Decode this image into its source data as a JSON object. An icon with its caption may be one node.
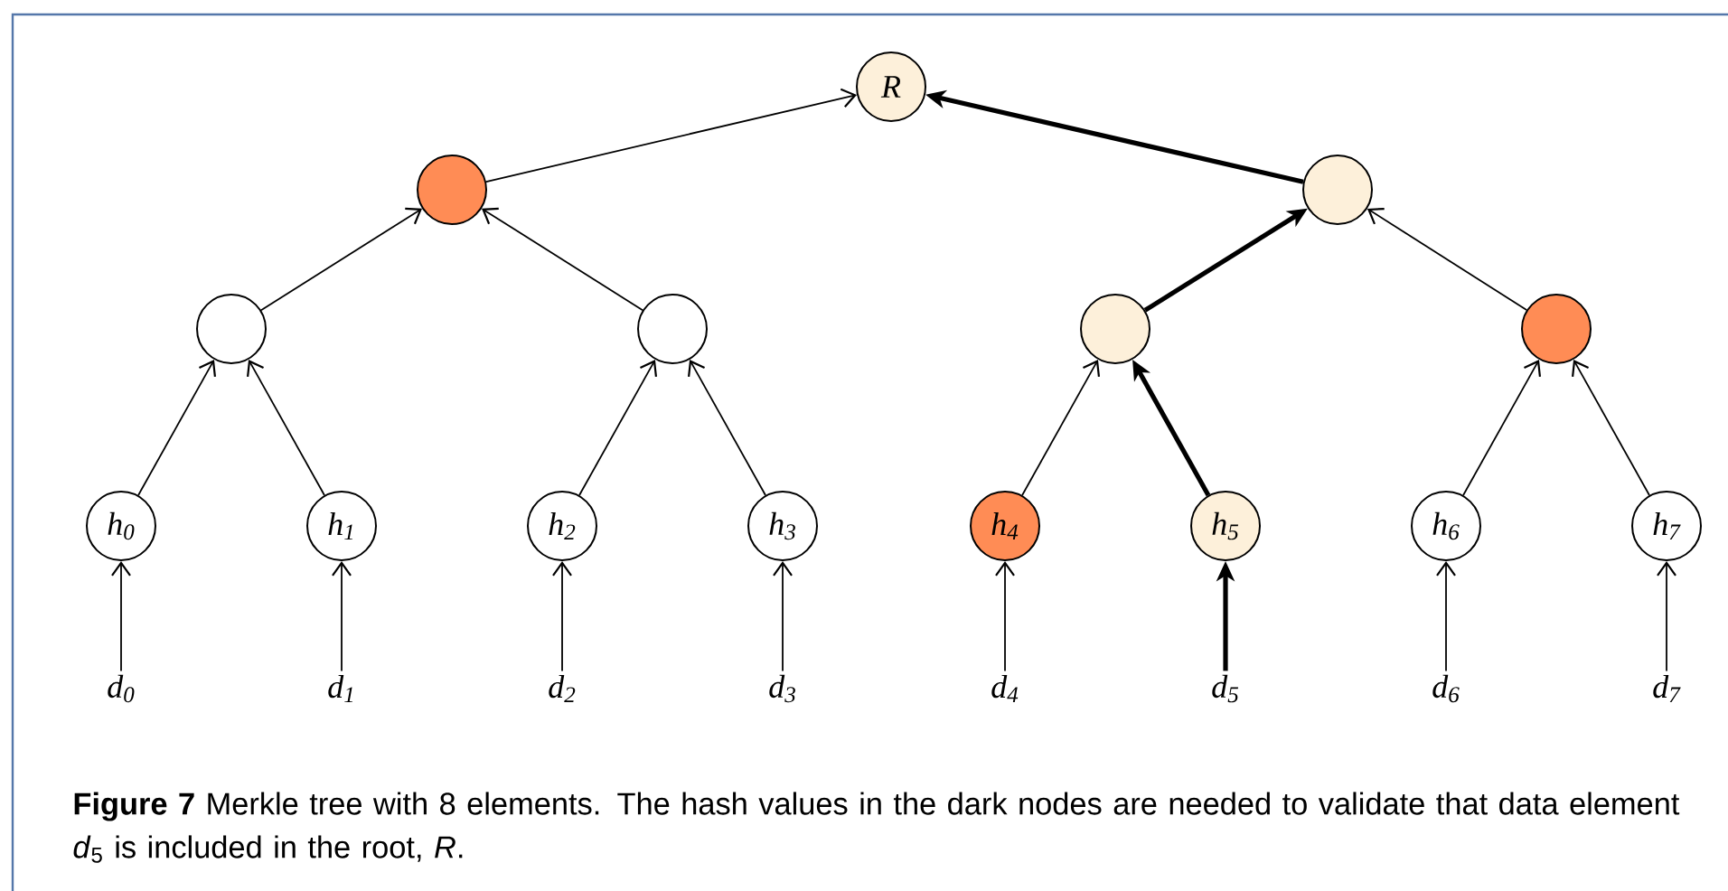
{
  "diagram": {
    "caption": "**Figure 7** Merkle tree with 8 elements. The hash values in the dark nodes are needed to validate that data element *d*$_{5}$ is included in the root, *R*.",
    "nodes": [
      {
        "text": [
          "R"
        ]
      },
      {
        "text": [],
        "shape": "circle"
      },
      {
        "text": [],
        "shape": "circle"
      },
      {
        "text": [],
        "shape": "circle"
      },
      {
        "text": [],
        "shape": "circle"
      },
      {
        "text": [],
        "shape": "circle"
      },
      {
        "text": [],
        "shape": "circle"
      },
      {
        "text": [
          "h$_{0}$"
        ]
      },
      {
        "text": [
          "h$_{1}$"
        ]
      },
      {
        "text": [
          "h$_{2}$"
        ]
      },
      {
        "text": [
          "h$_{3}$"
        ]
      },
      {
        "text": [
          "h$_{4}$"
        ]
      },
      {
        "text": [
          "h$_{5}$"
        ]
      },
      {
        "text": [
          "h$_{6}$"
        ]
      },
      {
        "text": [
          "h$_{7}$"
        ]
      },
      {
        "text": [
          "d$_{0}$"
        ]
      },
      {
        "text": [
          "d$_{1}$"
        ]
      },
      {
        "text": [
          "d$_{2}$"
        ]
      },
      {
        "text": [
          "d$_{3}$"
        ]
      },
      {
        "text": [
          "d$_{4}$"
        ]
      },
      {
        "text": [
          "d$_{5}$"
        ]
      },
      {
        "text": [
          "d$_{6}$"
        ]
      },
      {
        "text": [
          "d$_{7}$"
        ]
      }
    ],
    "edges": [
      {
        "from": 1,
        "to": 0,
        "arrow": "to"
      },
      {
        "from": 2,
        "to": 0,
        "arrow": "to",
        "style": "thick"
      },
      {
        "from": 3,
        "to": 1,
        "arrow": "to"
      },
      {
        "from": 4,
        "to": 1,
        "arrow": "to"
      },
      {
        "from": 5,
        "to": 2,
        "arrow": "to",
        "style": "thick"
      },
      {
        "from": 6,
        "to": 2,
        "arrow": "to"
      },
      {
        "from": 7,
        "to": 3,
        "arrow": "to"
      },
      {
        "from": 8,
        "to": 3,
        "arrow": "to"
      },
      {
        "from": 9,
        "to": 4,
        "arrow": "to"
      },
      {
        "from": 10,
        "to": 4,
        "arrow": "to"
      },
      {
        "from": 11,
        "to": 5,
        "arrow": "to"
      },
      {
        "from": 12,
        "to": 5,
        "arrow": "to",
        "style": "thick"
      },
      {
        "from": 13,
        "to": 6,
        "arrow": "to"
      },
      {
        "from": 14,
        "to": 6,
        "arrow": "to"
      },
      {
        "from": 15,
        "to": 7,
        "arrow": "to"
      },
      {
        "from": 16,
        "to": 8,
        "arrow": "to"
      },
      {
        "from": 17,
        "to": 9,
        "arrow": "to"
      },
      {
        "from": 18,
        "to": 10,
        "arrow": "to"
      },
      {
        "from": 19,
        "to": 11,
        "arrow": "to"
      },
      {
        "from": 20,
        "to": 12,
        "arrow": "to",
        "style": "thick"
      },
      {
        "from": 21,
        "to": 13,
        "arrow": "to"
      },
      {
        "from": 22,
        "to": 14,
        "arrow": "to"
      }
    ]
  }
}
